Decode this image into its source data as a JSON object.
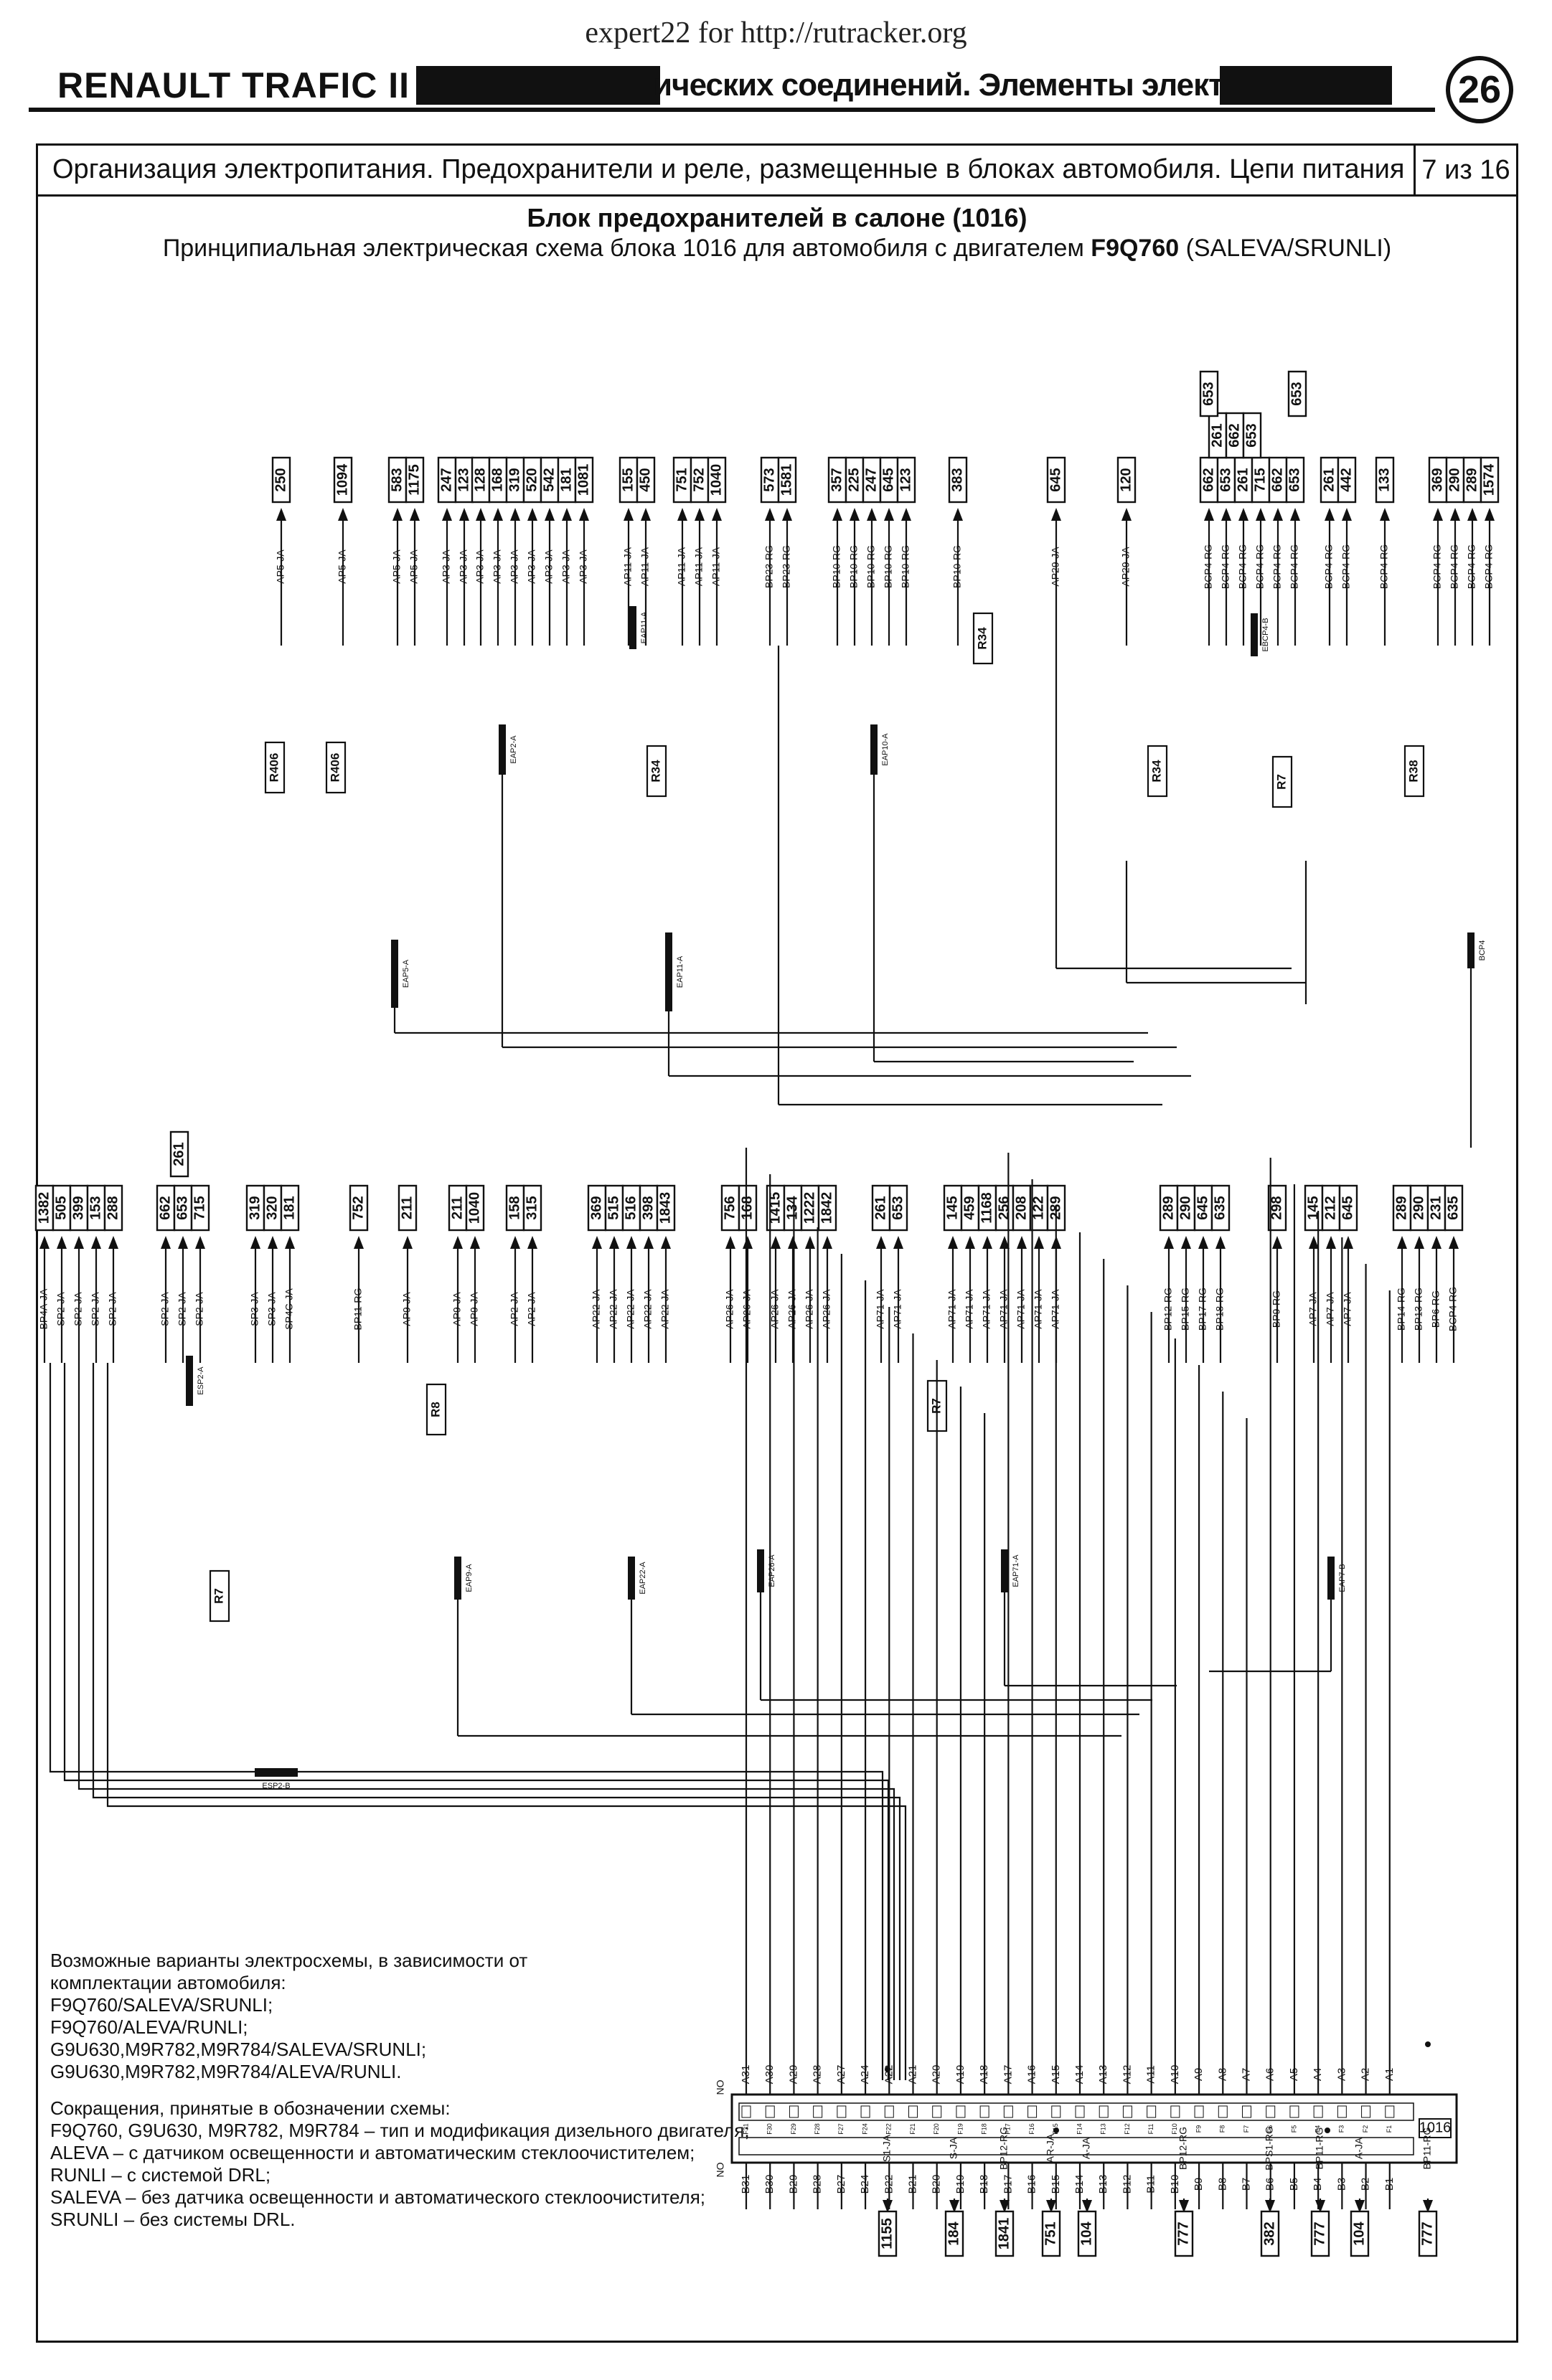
{
  "watermark": "expert22 for http://rutracker.org",
  "header": {
    "brand": "RENAULT TRAFIC II",
    "topic": "ических соединений. Элементы электрообор",
    "page_badge": "26"
  },
  "titlebar": {
    "title": "Организация электропитания. Предохранители и реле, размещенные в блоках автомобиля. Цепи питания",
    "page": "7 из 16"
  },
  "subtitle": {
    "line1": "Блок предохранителей в салоне (1016)",
    "line2_prefix": "Принципиальная электрическая схема блока 1016 для автомобиля с двигателем ",
    "line2_engine": "F9Q760",
    "line2_suffix": " (SALEVA/SRUNLI)"
  },
  "fuse_block": {
    "id": "1016",
    "top_pins": [
      "A31",
      "A30",
      "A29",
      "A28",
      "A27",
      "A24",
      "A22",
      "A21",
      "A20",
      "A19",
      "A18",
      "A17",
      "A16",
      "A15",
      "A14",
      "A13",
      "A12",
      "A11",
      "A10",
      "A9",
      "A8",
      "A7",
      "A6",
      "A5",
      "A4",
      "A3",
      "A2",
      "A1"
    ],
    "bottom_pins": [
      "B31",
      "B30",
      "B29",
      "B28",
      "B27",
      "B24",
      "B22",
      "B21",
      "B20",
      "B19",
      "B18",
      "B17",
      "B16",
      "B15",
      "B14",
      "B13",
      "B12",
      "B11",
      "B10",
      "B9",
      "B8",
      "B7",
      "B6",
      "B5",
      "B4",
      "B3",
      "B2",
      "B1"
    ],
    "fuses_top": [
      "F31",
      "F30",
      "F29",
      "F28",
      "F27",
      "F24",
      "F22",
      "F21",
      "F20",
      "F19",
      "F18",
      "F17",
      "F16",
      "F15",
      "F14",
      "F13",
      "F12",
      "F11",
      "F10",
      "F9",
      "F8",
      "F7",
      "F6",
      "F5",
      "F4",
      "F3",
      "F2",
      "F1"
    ],
    "no_label": "NO"
  },
  "upper_destinations": [
    {
      "codes": [
        "250"
      ],
      "wires": [
        "AP5-JA"
      ]
    },
    {
      "codes": [
        "1094"
      ],
      "wires": [
        "AP5-JA"
      ]
    },
    {
      "codes": [
        "583",
        "1175"
      ],
      "wires": [
        "AP5-JA",
        "AP5-JA"
      ]
    },
    {
      "codes": [
        "247",
        "123"
      ],
      "wires": [
        "AP3-JA",
        "AP3-JA"
      ]
    },
    {
      "codes": [
        "128",
        "168",
        "319",
        "520",
        "542",
        "181",
        "1081"
      ],
      "wires": [
        "AP3-JA",
        "AP3-JA",
        "AP3-JA",
        "AP3-JA",
        "AP3-JA",
        "AP3-JA",
        "AP3-JA"
      ]
    },
    {
      "codes": [
        "155",
        "450"
      ],
      "wires": [
        "AP11-JA",
        "AP11-JA"
      ]
    },
    {
      "codes": [
        "751",
        "752",
        "1040"
      ],
      "wires": [
        "AP11-JA",
        "AP11-JA",
        "AP11-JA"
      ]
    },
    {
      "codes": [
        "573",
        "1581"
      ],
      "wires": [
        "BP23-RG",
        "BP23-RG"
      ]
    },
    {
      "codes": [
        "357",
        "225",
        "247",
        "645",
        "123"
      ],
      "wires": [
        "BP10-RG",
        "BP10-RG",
        "BP10-RG",
        "BP10-RG",
        "BP10-RG"
      ]
    },
    {
      "codes": [
        "383"
      ],
      "wires": [
        "BP10-RG"
      ]
    },
    {
      "codes": [
        "645"
      ],
      "wires": [
        "AP29-JA"
      ]
    },
    {
      "codes": [
        "120"
      ],
      "wires": [
        "AP29-JA"
      ]
    },
    {
      "codes": [
        "662",
        "653",
        "261",
        "715",
        "662",
        "653"
      ],
      "wires": [
        "BCP4-RG",
        "BCP4-RG",
        "BCP4-RG",
        "BCP4-RG",
        "BCP4-RG",
        "BCP4-RG"
      ]
    },
    {
      "codes": [
        "261",
        "442"
      ],
      "wires": [
        "BCP4-RG",
        "BCP4-RG"
      ]
    },
    {
      "codes": [
        "133"
      ],
      "wires": [
        "BCP4-RG"
      ]
    },
    {
      "codes": [
        "369",
        "290",
        "289",
        "1574"
      ],
      "wires": [
        "BCP4-RG",
        "BCP4-RG",
        "BCP4-RG",
        "BCP4-RG"
      ]
    }
  ],
  "upper_stack_extra": {
    "codes": [
      "261",
      "662",
      "653"
    ]
  },
  "upper_stack_extra2": {
    "codes": [
      "653"
    ]
  },
  "lower_destinations": [
    {
      "codes": [
        "1382",
        "505",
        "399",
        "153",
        "288"
      ],
      "wires": [
        "BP4A-JA",
        "SP2-JA",
        "SP2-JA",
        "SP2-JA",
        "SP2-JA"
      ]
    },
    {
      "codes": [
        "662",
        "653",
        "715"
      ],
      "wires": [
        "SP2-JA",
        "SP2-JA",
        "SP2-JA"
      ]
    },
    {
      "codes": [
        "319",
        "320",
        "181"
      ],
      "wires": [
        "SP3-JA",
        "SP3-JA",
        "SP4C-JA"
      ]
    },
    {
      "codes": [
        "752"
      ],
      "wires": [
        "BP11-RG"
      ]
    },
    {
      "codes": [
        "211"
      ],
      "wires": [
        "AP9-JA"
      ]
    },
    {
      "codes": [
        "211",
        "1040"
      ],
      "wires": [
        "AP9-JA",
        "AP9-JA"
      ]
    },
    {
      "codes": [
        "158",
        "315"
      ],
      "wires": [
        "AP2-JA",
        "AP2-JA"
      ]
    },
    {
      "codes": [
        "369",
        "515",
        "516",
        "398",
        "1843"
      ],
      "wires": [
        "AP22-JA",
        "AP22-JA",
        "AP22-JA",
        "AP22-JA",
        "AP22-JA"
      ]
    },
    {
      "codes": [
        "756",
        "168"
      ],
      "wires": [
        "AP26-JA",
        "AP26-JA"
      ]
    },
    {
      "codes": [
        "1415",
        "134",
        "1222",
        "1842"
      ],
      "wires": [
        "AP26-JA",
        "AP26-JA",
        "AP26-JA",
        "AP26-JA"
      ]
    },
    {
      "codes": [
        "261",
        "653"
      ],
      "wires": [
        "AP71-JA"
      ]
    },
    {
      "codes": [
        "145",
        "459",
        "1168",
        "256",
        "208",
        "122",
        "289"
      ],
      "wires": [
        "AP71-JA",
        "AP71-JA",
        "AP71-JA",
        "AP71-JA",
        "AP71-JA",
        "AP71-JA",
        "AP71-JA"
      ]
    },
    {
      "codes": [
        "289",
        "290",
        "645",
        "635"
      ],
      "wires": [
        "BP12-RG",
        "BP15-RG",
        "BP17-RG",
        "BP18-RG"
      ]
    },
    {
      "codes": [
        "298"
      ],
      "wires": [
        "BP9-RG"
      ]
    },
    {
      "codes": [
        "145",
        "212",
        "645"
      ],
      "wires": [
        "AP7-JA",
        "AP7-JA",
        "AP7-JA"
      ]
    },
    {
      "codes": [
        "289",
        "290",
        "231",
        "635"
      ],
      "wires": [
        "BP14-RG",
        "BP13-RG",
        "BP6-RG",
        "BCP4-RG"
      ]
    }
  ],
  "lower_stack_extra": {
    "codes": [
      "261"
    ]
  },
  "bottom_destinations": [
    {
      "code": "1155",
      "wire": "S1-JA"
    },
    {
      "code": "184",
      "wire": "S-JA"
    },
    {
      "code": "1841",
      "wire": "BP12-RG"
    },
    {
      "code": "751",
      "wire": "AR-JA"
    },
    {
      "code": "104",
      "wire": "A-JA"
    },
    {
      "code": "777",
      "wire": "BP12-RG"
    },
    {
      "code": "382",
      "wire": "BPS1-RG"
    },
    {
      "code": "777",
      "wire": "BP11-RG"
    },
    {
      "code": "104",
      "wire": "A-JA"
    },
    {
      "code": "777",
      "wire": "BP11-RG"
    }
  ],
  "relays": [
    "R406",
    "R406",
    "R34",
    "R34",
    "R34",
    "R7",
    "R38",
    "R8",
    "R7",
    "R7"
  ],
  "connectors": [
    "EAP5-A",
    "EAP11-A",
    "EAP11-A",
    "EAP2-A",
    "EAP10-A",
    "EBCP4-B",
    "BCP4",
    "EAP9-A",
    "EAP22-A",
    "EAP26-A",
    "EAP71-A",
    "EAP7-B",
    "ESP2-A",
    "ESP2-B"
  ],
  "notes": {
    "variants_title": "Возможные варианты электросхемы, в зависимости от",
    "variants_title2": "комплектации автомобиля:",
    "variants": [
      "F9Q760/SALEVA/SRUNLI;",
      "F9Q760/ALEVA/RUNLI;",
      "G9U630,M9R782,M9R784/SALEVA/SRUNLI;",
      "G9U630,M9R782,M9R784/ALEVA/RUNLI."
    ],
    "abbr_title": "Сокращения, принятые в обозначении схемы:",
    "abbr": [
      "F9Q760, G9U630, M9R782, M9R784 – тип и модификация дизельного двигателя;",
      "ALEVA – с датчиком освещенности и автоматическим стеклоочистителем;",
      "RUNLI – с системой DRL;",
      "SALEVA – без датчика освещенности и автоматического стеклоочистителя;",
      "SRUNLI – без системы DRL."
    ]
  }
}
